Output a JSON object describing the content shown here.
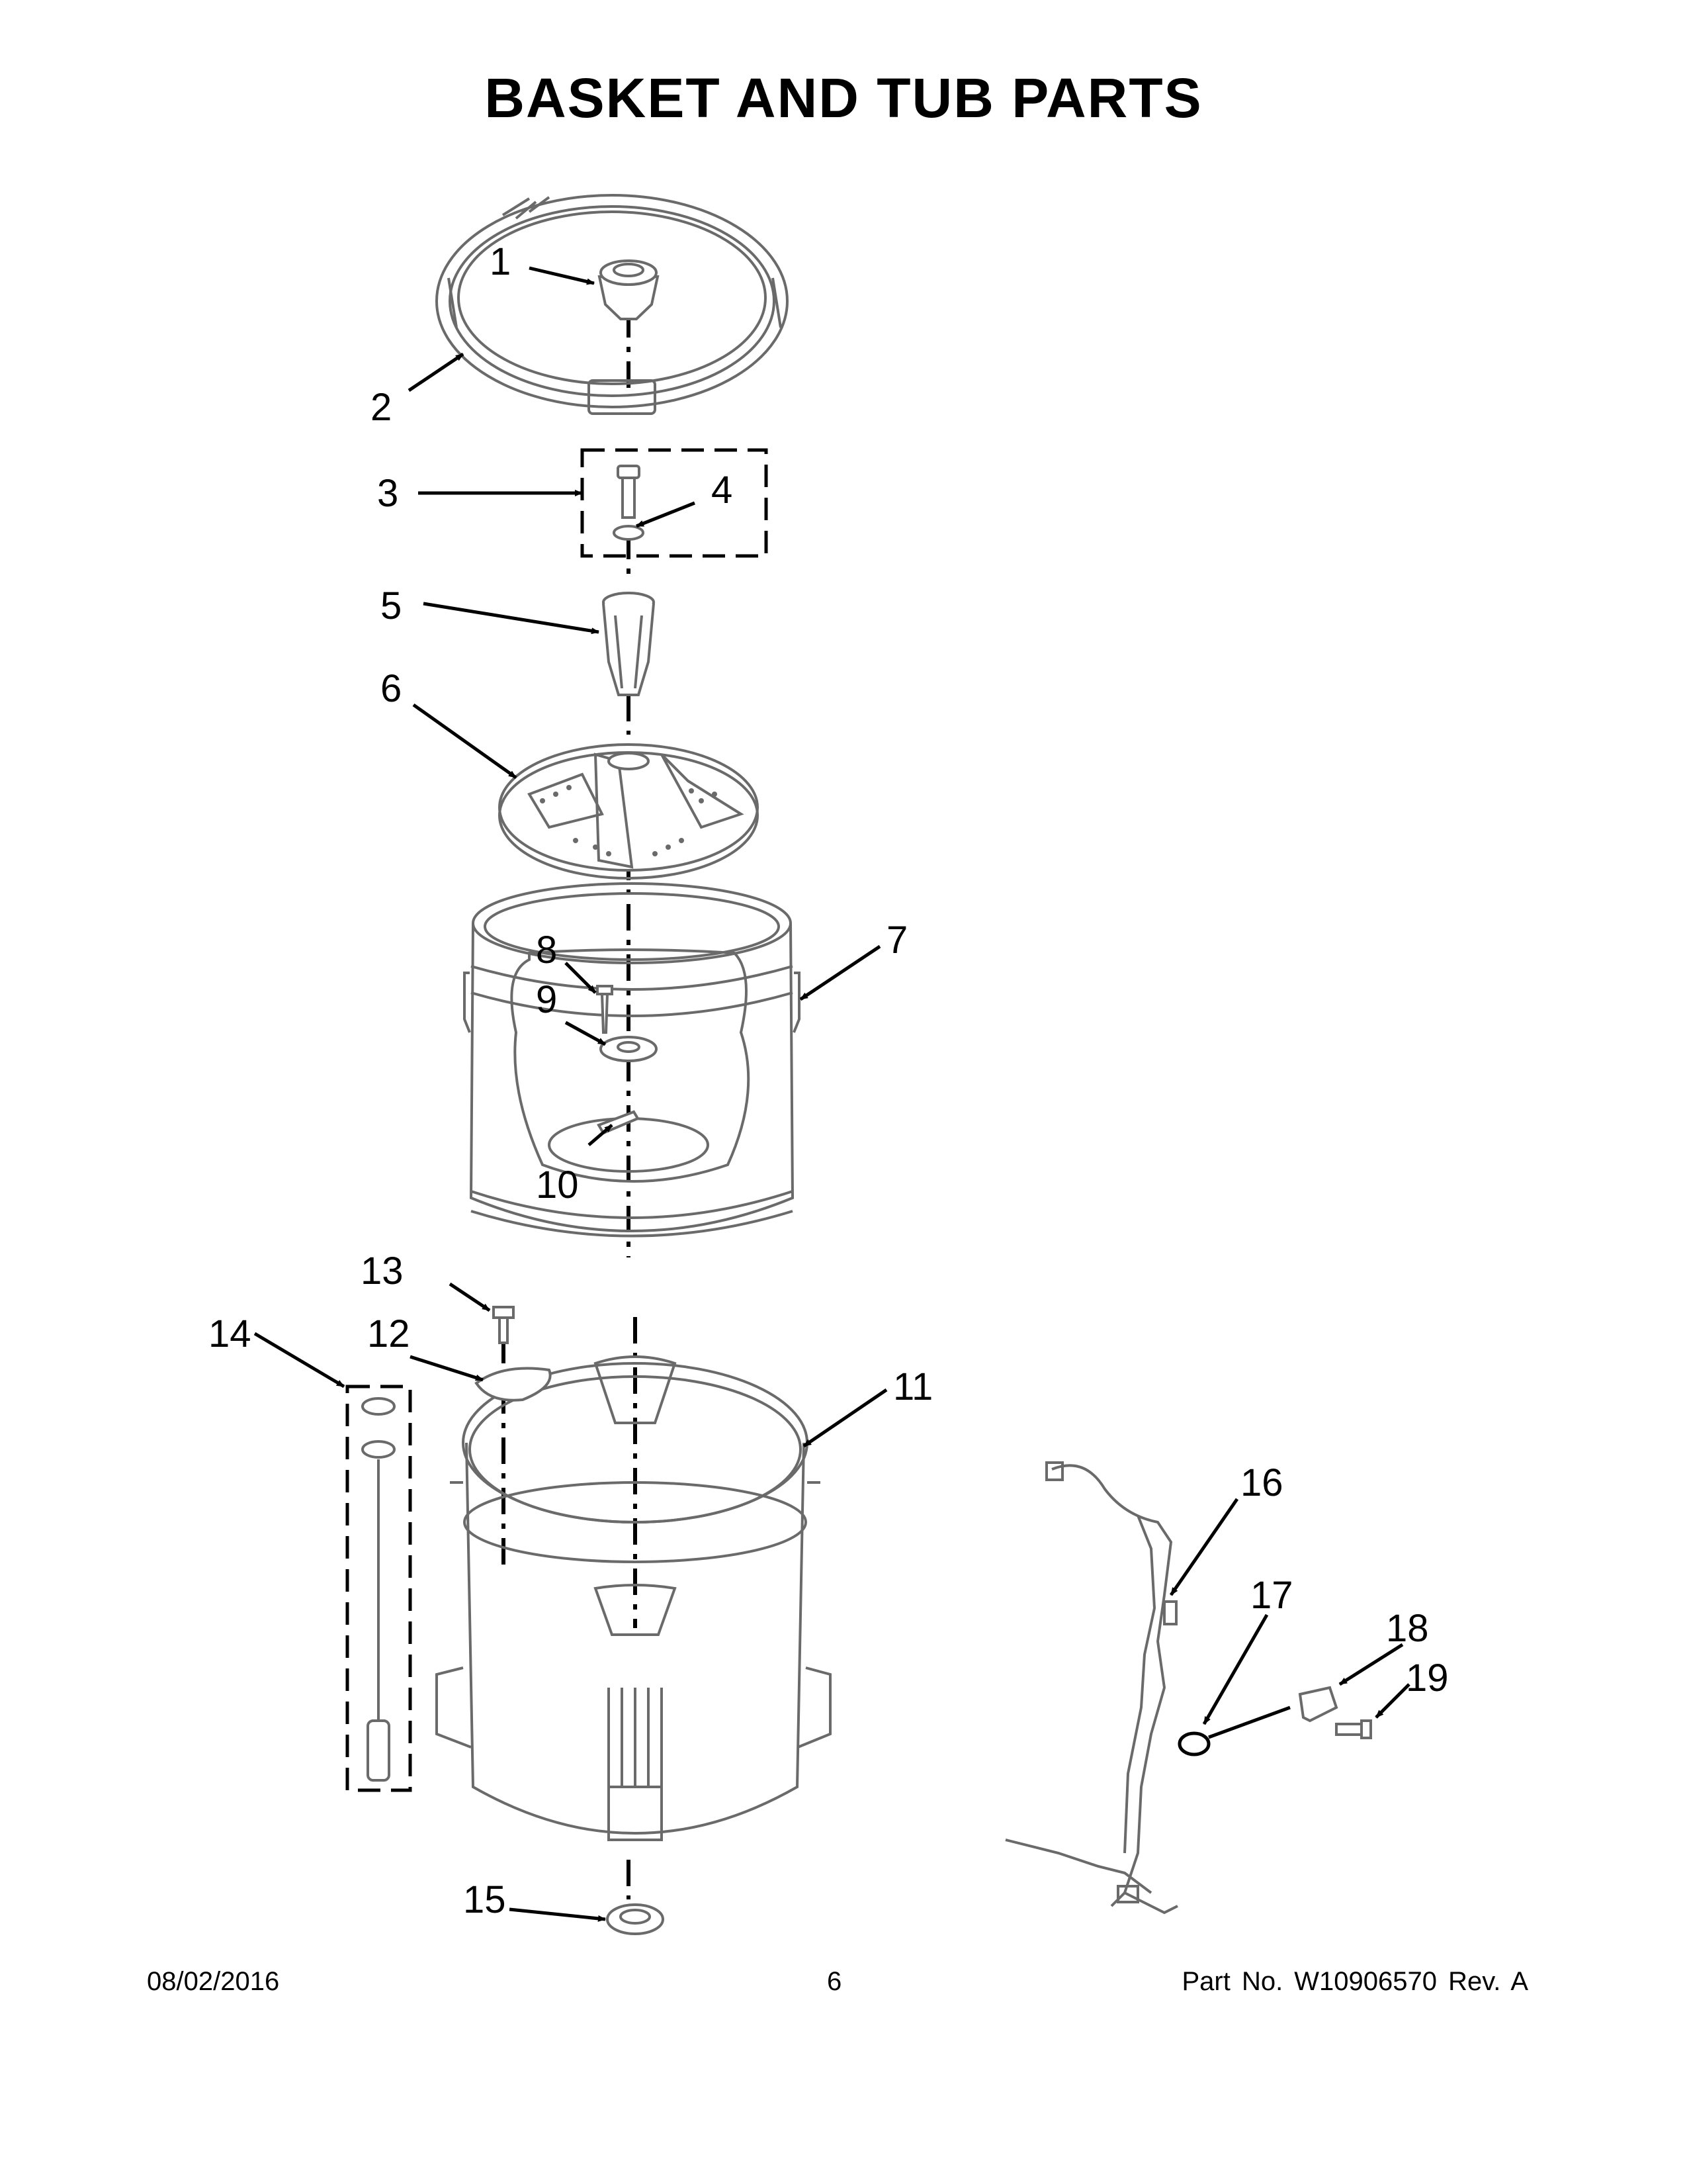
{
  "title": "BASKET AND TUB PARTS",
  "callouts": [
    "1",
    "2",
    "3",
    "4",
    "5",
    "6",
    "7",
    "8",
    "9",
    "10",
    "11",
    "12",
    "13",
    "14",
    "15",
    "16",
    "17",
    "18",
    "19"
  ],
  "footer": {
    "date": "08/02/2016",
    "page": "6",
    "part_number": "Part No.  W10906570  Rev.  A"
  },
  "colors": {
    "ink": "#000000",
    "line": "#6a6a6a",
    "background": "#ffffff"
  }
}
